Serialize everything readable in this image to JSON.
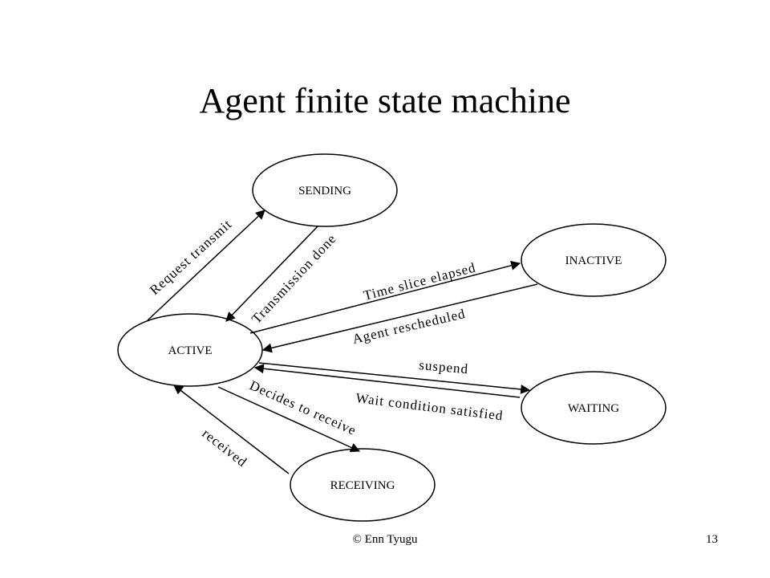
{
  "title": "Agent finite state machine",
  "states": {
    "sending": "SENDING",
    "inactive": "INACTIVE",
    "active": "ACTIVE",
    "waiting": "WAITING",
    "receiving": "RECEIVING"
  },
  "transitions": {
    "request_transmit": "Request transmit",
    "transmission_done": "Transmission done",
    "time_slice_elapsed": "Time slice elapsed",
    "agent_rescheduled": "Agent rescheduled",
    "suspend": "suspend",
    "wait_condition_satisfied": "Wait condition satisfied",
    "decides_to_receive": "Decides to receive",
    "received": "received"
  },
  "footer": {
    "copyright": "© Enn Tyugu",
    "page_number": "13"
  }
}
